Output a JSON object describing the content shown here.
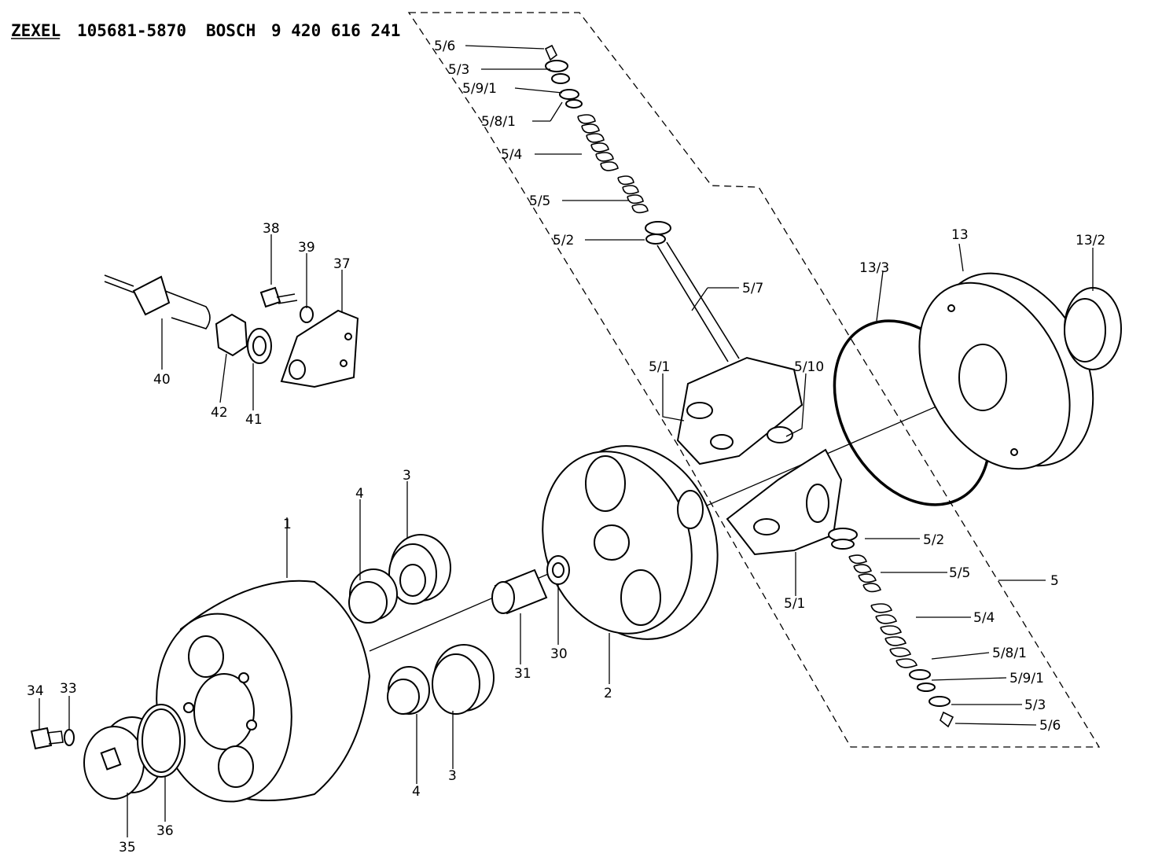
{
  "header": {
    "brand1": "ZEXEL",
    "part_number_1": "105681-5870",
    "brand2": "BOSCH",
    "part_number_2": "9 420 616 241"
  },
  "labels": {
    "l_5_6_top": "5/6",
    "l_5_3_top": "5/3",
    "l_5_9_1_top": "5/9/1",
    "l_5_8_1_top": "5/8/1",
    "l_5_4_top": "5/4",
    "l_5_5_top": "5/5",
    "l_5_2_top": "5/2",
    "l_5_7": "5/7",
    "l_5_1_top": "5/1",
    "l_5_10": "5/10",
    "l_13_3": "13/3",
    "l_13": "13",
    "l_13_2": "13/2",
    "l_38": "38",
    "l_39": "39",
    "l_37": "37",
    "l_40": "40",
    "l_42": "42",
    "l_41": "41",
    "l_1": "1",
    "l_4_top": "4",
    "l_3_top": "3",
    "l_31": "31",
    "l_30": "30",
    "l_2": "2",
    "l_5_1_bot": "5/1",
    "l_5_2_bot": "5/2",
    "l_5_5_bot": "5/5",
    "l_5": "5",
    "l_5_4_bot": "5/4",
    "l_5_8_1_bot": "5/8/1",
    "l_5_9_1_bot": "5/9/1",
    "l_5_3_bot": "5/3",
    "l_5_6_bot": "5/6",
    "l_34": "34",
    "l_33": "33",
    "l_35": "35",
    "l_36": "36",
    "l_4_bot": "4",
    "l_3_bot": "3"
  }
}
